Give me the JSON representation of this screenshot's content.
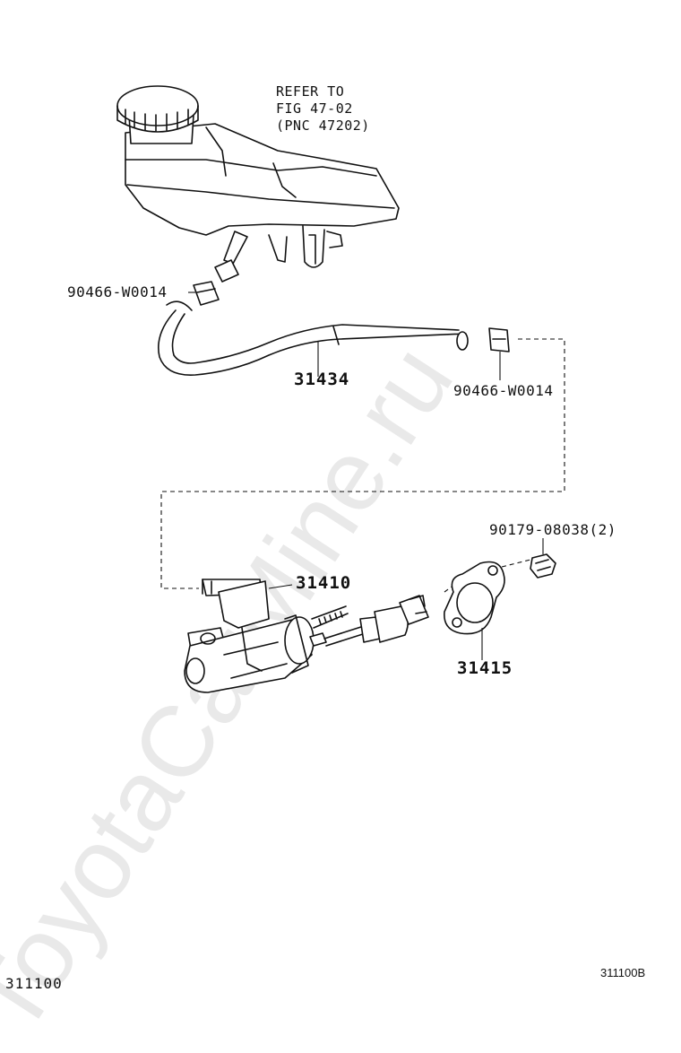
{
  "watermark": "ToyotaCarMine.ru",
  "reference_note": {
    "line1": "REFER TO",
    "line2": "FIG 47-02",
    "line3": "(PNC 47202)"
  },
  "parts": {
    "clip_upper": "90466-W0014",
    "hose": "31434",
    "clip_lower": "90466-W0014",
    "nut": "90179-08038(2)",
    "master_cylinder": "31410",
    "gasket": "31415"
  },
  "footer": {
    "figure_code": "311100",
    "illustration_code": "311100B"
  }
}
